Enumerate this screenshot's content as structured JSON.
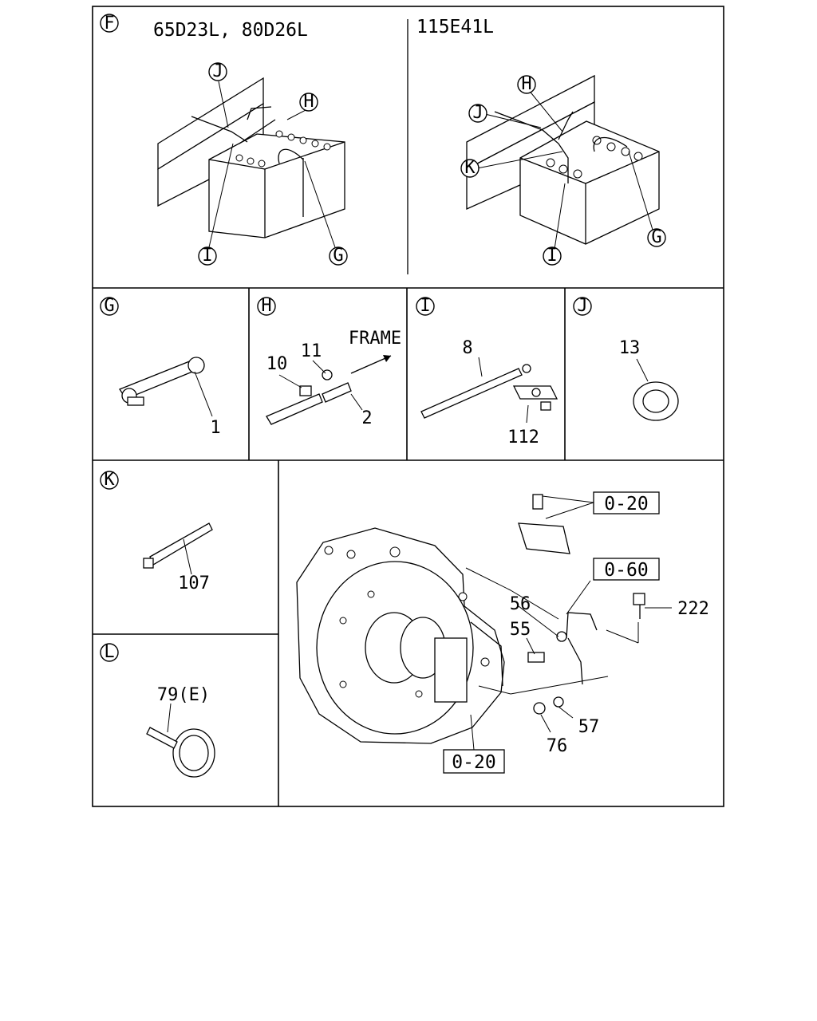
{
  "sections": {
    "F": {
      "letter": "F",
      "left_variant": "65D23L, 80D26L",
      "right_variant": "115E41L",
      "callouts": {
        "J": "J",
        "H": "H",
        "I": "I",
        "G": "G",
        "K": "K"
      }
    },
    "G": {
      "letter": "G",
      "parts": [
        "1"
      ]
    },
    "H": {
      "letter": "H",
      "parts": [
        "10",
        "11",
        "2"
      ],
      "direction_label": "FRAME"
    },
    "I": {
      "letter": "I",
      "parts": [
        "8",
        "112"
      ]
    },
    "J": {
      "letter": "J",
      "parts": [
        "13"
      ]
    },
    "K": {
      "letter": "K",
      "parts": [
        "107"
      ]
    },
    "L": {
      "letter": "L",
      "parts": [
        "79(E)"
      ]
    },
    "main": {
      "parts": [
        "56",
        "55",
        "222",
        "57",
        "76"
      ],
      "boxed_refs": [
        "0-20",
        "0-60",
        "0-20"
      ]
    }
  }
}
